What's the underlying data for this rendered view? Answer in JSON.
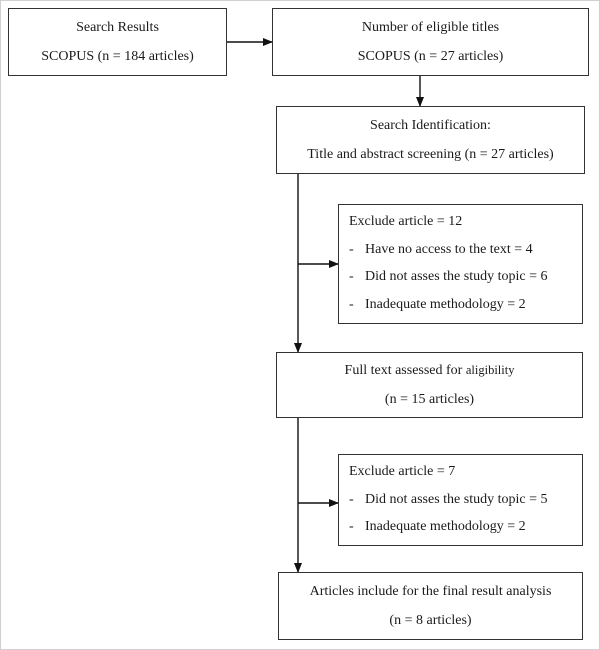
{
  "boxes": {
    "search_results": {
      "line1": "Search Results",
      "line2": "SCOPUS (n = 184 articles)"
    },
    "eligible_titles": {
      "line1": "Number of eligible titles",
      "line2": "SCOPUS (n = 27 articles)"
    },
    "identification": {
      "line1": "Search Identification:",
      "line2": "Title and abstract screening (n = 27 articles)"
    },
    "exclude_1": {
      "title": "Exclude article = 12",
      "items": [
        "Have no access to the text = 4",
        "Did not asses the study topic = 6",
        "Inadequate methodology = 2"
      ]
    },
    "full_text": {
      "line1_main": "Full text assessed for",
      "line1_word": "aligibility",
      "line2": "(n = 15 articles)"
    },
    "exclude_2": {
      "title": "Exclude article = 7",
      "items": [
        "Did not asses the study topic = 5",
        "Inadequate methodology = 2"
      ]
    },
    "final": {
      "line1": "Articles include for the final result analysis",
      "line2": "(n = 8 articles)"
    }
  },
  "dash": "-"
}
